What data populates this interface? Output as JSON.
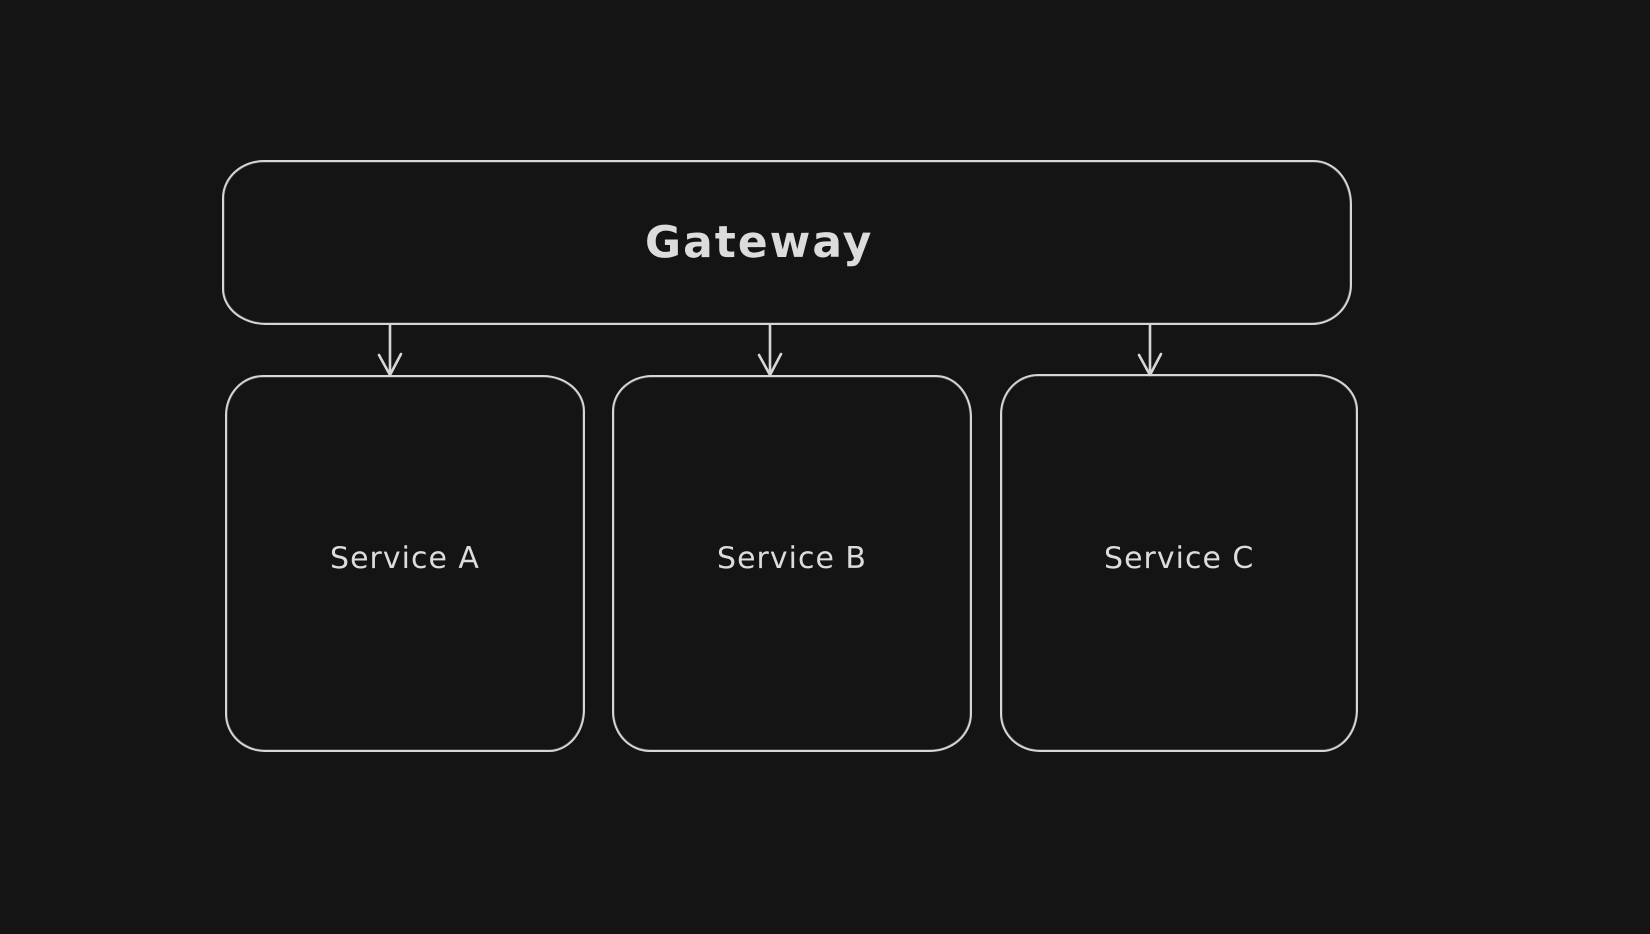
{
  "canvas": {
    "background_color": "#141414",
    "stroke_color": "#d6d6d6",
    "text_color": "#dcdcdc",
    "style": "hand-drawn-whiteboard"
  },
  "diagram": {
    "type": "flowchart",
    "nodes": {
      "gateway": {
        "label": "Gateway",
        "shape": "rounded-rectangle"
      },
      "service_a": {
        "label": "Service A",
        "shape": "rounded-rectangle"
      },
      "service_b": {
        "label": "Service B",
        "shape": "rounded-rectangle"
      },
      "service_c": {
        "label": "Service C",
        "shape": "rounded-rectangle"
      }
    },
    "edges": [
      {
        "from": "gateway",
        "to": "service_a",
        "direction": "down",
        "head": "open-arrow"
      },
      {
        "from": "gateway",
        "to": "service_b",
        "direction": "down",
        "head": "open-arrow"
      },
      {
        "from": "gateway",
        "to": "service_c",
        "direction": "down",
        "head": "open-arrow"
      }
    ]
  }
}
